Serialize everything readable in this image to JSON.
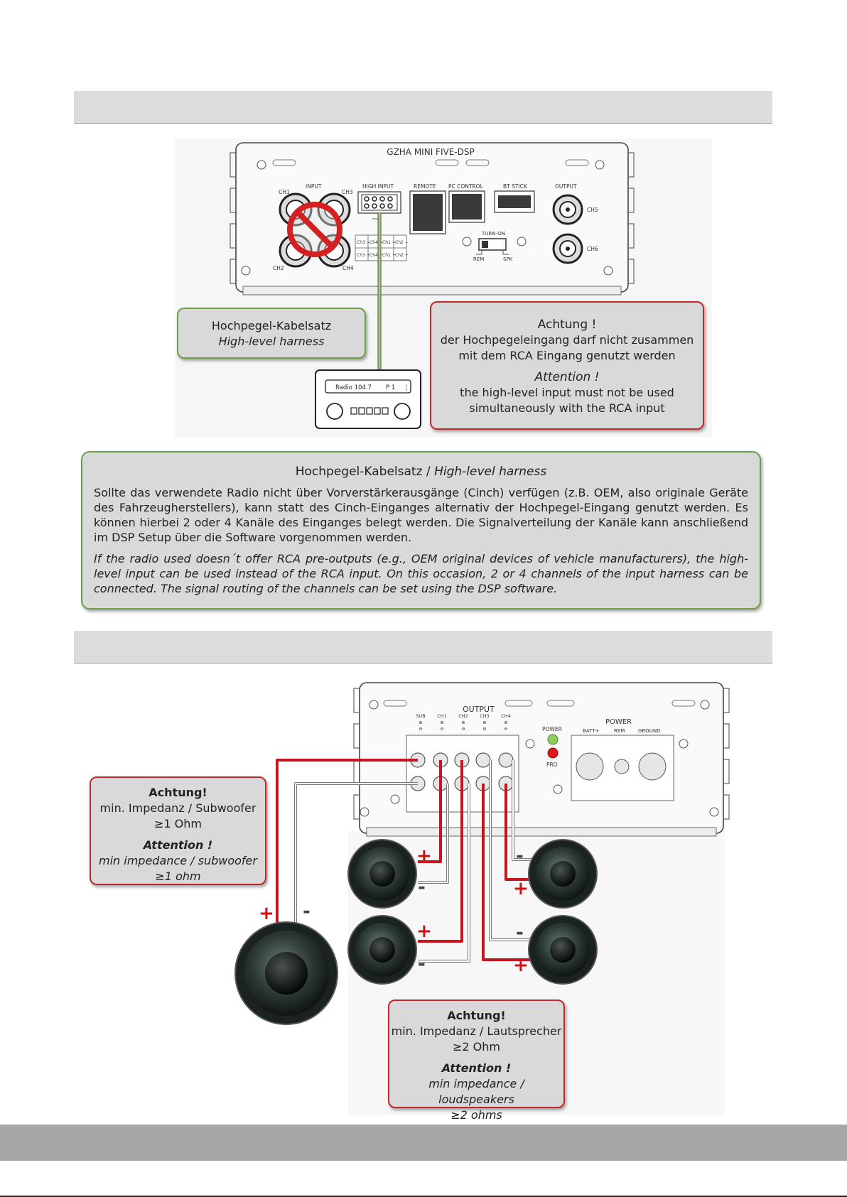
{
  "device": {
    "title": "GZHA MINI FIVE-DSP",
    "labels": {
      "input": "INPUT",
      "high_input": "HIGH INPUT",
      "remote": "REMOTE",
      "pc_control": "PC CONTROL",
      "bt_stick": "BT STICK",
      "output": "OUTPUT",
      "ch1": "CH1",
      "ch2": "CH2",
      "ch3": "CH3",
      "ch4": "CH4",
      "ch5": "CH5",
      "ch6": "CH6",
      "turn_on": "TURN-ON",
      "rem": "REM",
      "spk": "SPK"
    },
    "pin_labels_top": [
      "Ch3 −",
      "Ch4 −",
      "Ch1 −",
      "Ch2 −"
    ],
    "pin_labels_bottom": [
      "Ch3 +",
      "Ch4 +",
      "Ch1 +",
      "Ch2 +"
    ]
  },
  "radio": {
    "display": "Radio 104.7",
    "preset": "P 1"
  },
  "harness_box": {
    "line_de": "Hochpegel-Kabelsatz",
    "line_en": "High-level harness"
  },
  "warning_top": {
    "title_de": "Achtung !",
    "text_de_1": "der Hochpegeleingang darf nicht zusammen",
    "text_de_2": "mit dem RCA Eingang genutzt werden",
    "title_en": "Attention !",
    "text_en_1": "the high-level input must not be used",
    "text_en_2": "simultaneously with the RCA input"
  },
  "info": {
    "title_de": "Hochpegel-Kabelsatz / ",
    "title_en": "High-level harness",
    "para_de": "Sollte das verwendete Radio nicht über Vorverstärkerausgänge (Cinch) verfügen (z.B. OEM, also originale Geräte des Fahrzeugherstellers), kann statt des Cinch-Einganges alternativ der Hochpegel-Eingang genutzt werden. Es können hierbei 2 oder 4 Kanäle des Einganges belegt werden. Die Signalverteilung der Kanäle kann anschließend im DSP Setup über die Software vorgenommen werden.",
    "para_en": "If the radio used doesn´t offer RCA pre-outputs (e.g., OEM original devices of vehicle manufacturers), the high-level input can be used instead of the RCA input. On this occasion, 2 or 4 channels of the input harness can be connected. The signal routing of the channels can be set using the DSP software."
  },
  "amp": {
    "output": "OUTPUT",
    "channels": [
      "SUB",
      "CH1",
      "CH2",
      "CH3",
      "CH4"
    ],
    "plus": "⊕",
    "minus": "⊖",
    "power_led": "POWER",
    "pro_led": "PRO",
    "power": "POWER",
    "batt": "BATT+",
    "rem": "REM",
    "ground": "GROUND"
  },
  "polarity": {
    "plus": "+",
    "minus": "-"
  },
  "warning_sub": {
    "title_de": "Achtung!",
    "line_de_1": "min. Impedanz / Subwoofer",
    "line_de_2": "≥1 Ohm",
    "title_en": "Attention !",
    "line_en_1": "min impedance / subwoofer",
    "line_en_2": "≥1 ohm"
  },
  "warning_speakers": {
    "title_de": "Achtung!",
    "line_de_1": "min. Impedanz / Lautsprecher",
    "line_de_2": "≥2 Ohm",
    "title_en": "Attention !",
    "line_en_1": "min impedance / loudspeakers",
    "line_en_2": "≥2 ohms"
  },
  "colors": {
    "green_border": "#6d9e4c",
    "red_border": "#c1272d",
    "box_fill": "#d9d9d9",
    "band": "#dcdcdc",
    "footer": "#a7a7a7",
    "wire_red": "#c8141e"
  }
}
